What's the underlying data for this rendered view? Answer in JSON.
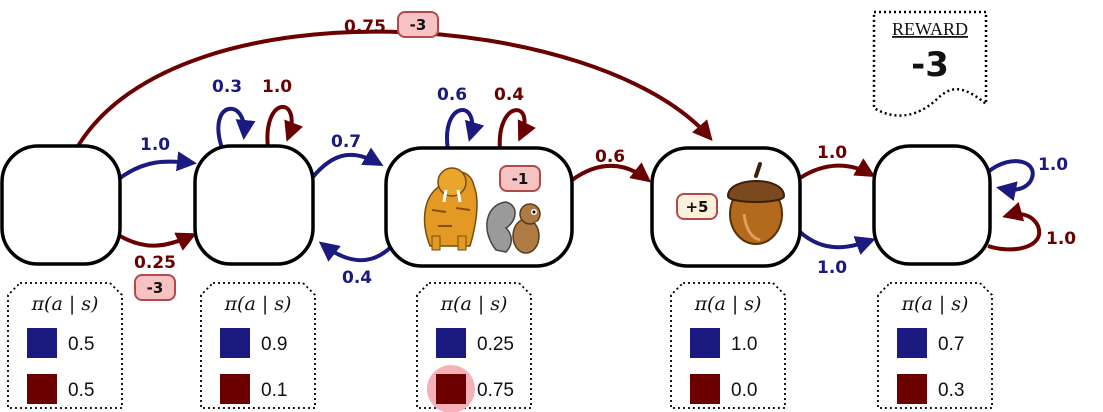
{
  "colors": {
    "action_a": "#1a1a80",
    "action_b": "#6b0000",
    "badge_fill": "#f6c2c2",
    "badge_stroke": "#b34a4a",
    "bonus_fill": "#fdf1dc",
    "highlight": "#f4b2b8"
  },
  "reward_card": {
    "label": "REWARD",
    "value": "-3"
  },
  "policy_title": "π(a | s)",
  "states": [
    {
      "id": "s1",
      "policy": [
        "0.5",
        "0.5"
      ]
    },
    {
      "id": "s2",
      "policy": [
        "0.9",
        "0.1"
      ]
    },
    {
      "id": "s3",
      "policy": [
        "0.25",
        "0.75"
      ],
      "badge": "-1",
      "icons": [
        "sabertooth-tiger-icon",
        "squirrel-icon"
      ],
      "highlighted_action": 1
    },
    {
      "id": "s4",
      "policy": [
        "1.0",
        "0.0"
      ],
      "badge": "+5",
      "icons": [
        "acorn-icon"
      ]
    },
    {
      "id": "s5",
      "policy": [
        "0.7",
        "0.3"
      ]
    }
  ],
  "transitions": [
    {
      "id": "s1-s2-a",
      "from": "s1",
      "to": "s2",
      "action": "a",
      "prob": "1.0"
    },
    {
      "id": "s1-s2-b",
      "from": "s1",
      "to": "s2",
      "action": "b",
      "prob": "0.25",
      "reward": "-3"
    },
    {
      "id": "s1-s4-b",
      "from": "s1",
      "to": "s4",
      "action": "b",
      "prob": "0.75",
      "reward": "-3"
    },
    {
      "id": "s2-s2-a",
      "from": "s2",
      "to": "s2",
      "action": "a",
      "prob": "0.3"
    },
    {
      "id": "s2-s2-b",
      "from": "s2",
      "to": "s2",
      "action": "b",
      "prob": "1.0"
    },
    {
      "id": "s2-s3-a",
      "from": "s2",
      "to": "s3",
      "action": "a",
      "prob": "0.7"
    },
    {
      "id": "s3-s3-a",
      "from": "s3",
      "to": "s3",
      "action": "a",
      "prob": "0.6"
    },
    {
      "id": "s3-s3-b",
      "from": "s3",
      "to": "s3",
      "action": "b",
      "prob": "0.4"
    },
    {
      "id": "s3-s2-a",
      "from": "s3",
      "to": "s2",
      "action": "a",
      "prob": "0.4"
    },
    {
      "id": "s3-s4-b",
      "from": "s3",
      "to": "s4",
      "action": "b",
      "prob": "0.6"
    },
    {
      "id": "s4-s5-b",
      "from": "s4",
      "to": "s5",
      "action": "b",
      "prob": "1.0"
    },
    {
      "id": "s4-s5-a",
      "from": "s4",
      "to": "s5",
      "action": "a",
      "prob": "1.0"
    },
    {
      "id": "s5-s5-a",
      "from": "s5",
      "to": "s5",
      "action": "a",
      "prob": "1.0"
    },
    {
      "id": "s5-s5-b",
      "from": "s5",
      "to": "s5",
      "action": "b",
      "prob": "1.0"
    }
  ]
}
